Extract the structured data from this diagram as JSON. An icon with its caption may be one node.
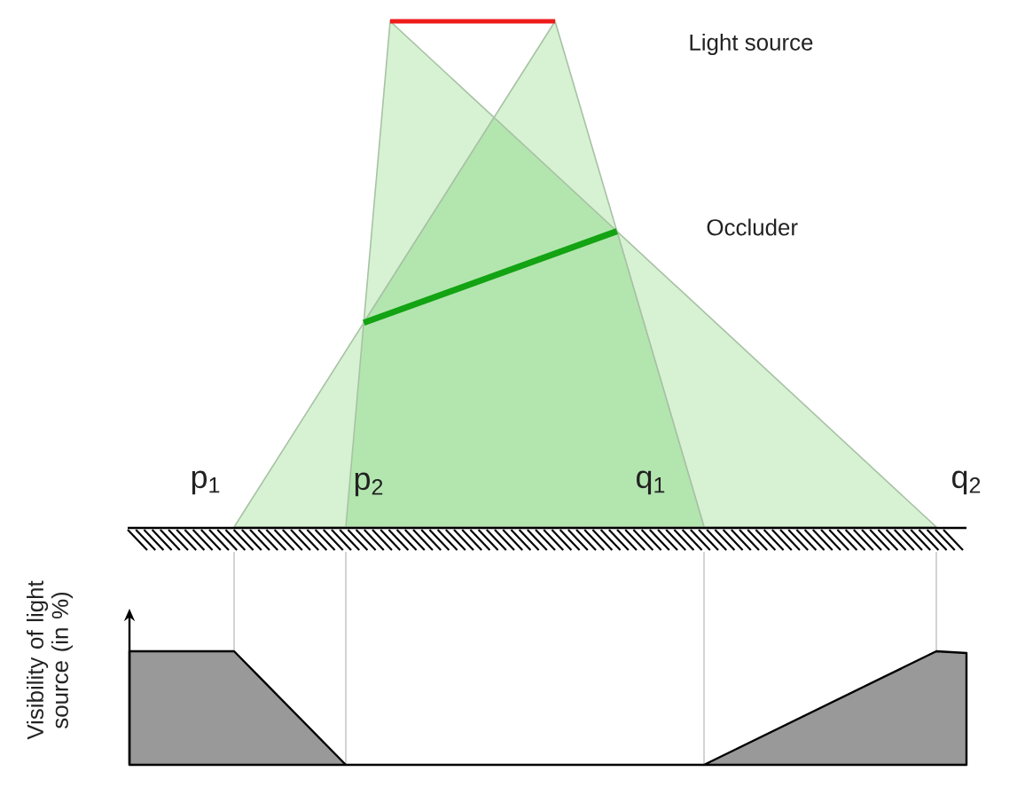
{
  "diagram": {
    "labels": [
      "Light source",
      "Occluder",
      "p$_{1}$",
      "p$_{2}$",
      "q$_{1}$",
      "q$_{2}$",
      "Visibility of light source (in %)"
    ]
  }
}
